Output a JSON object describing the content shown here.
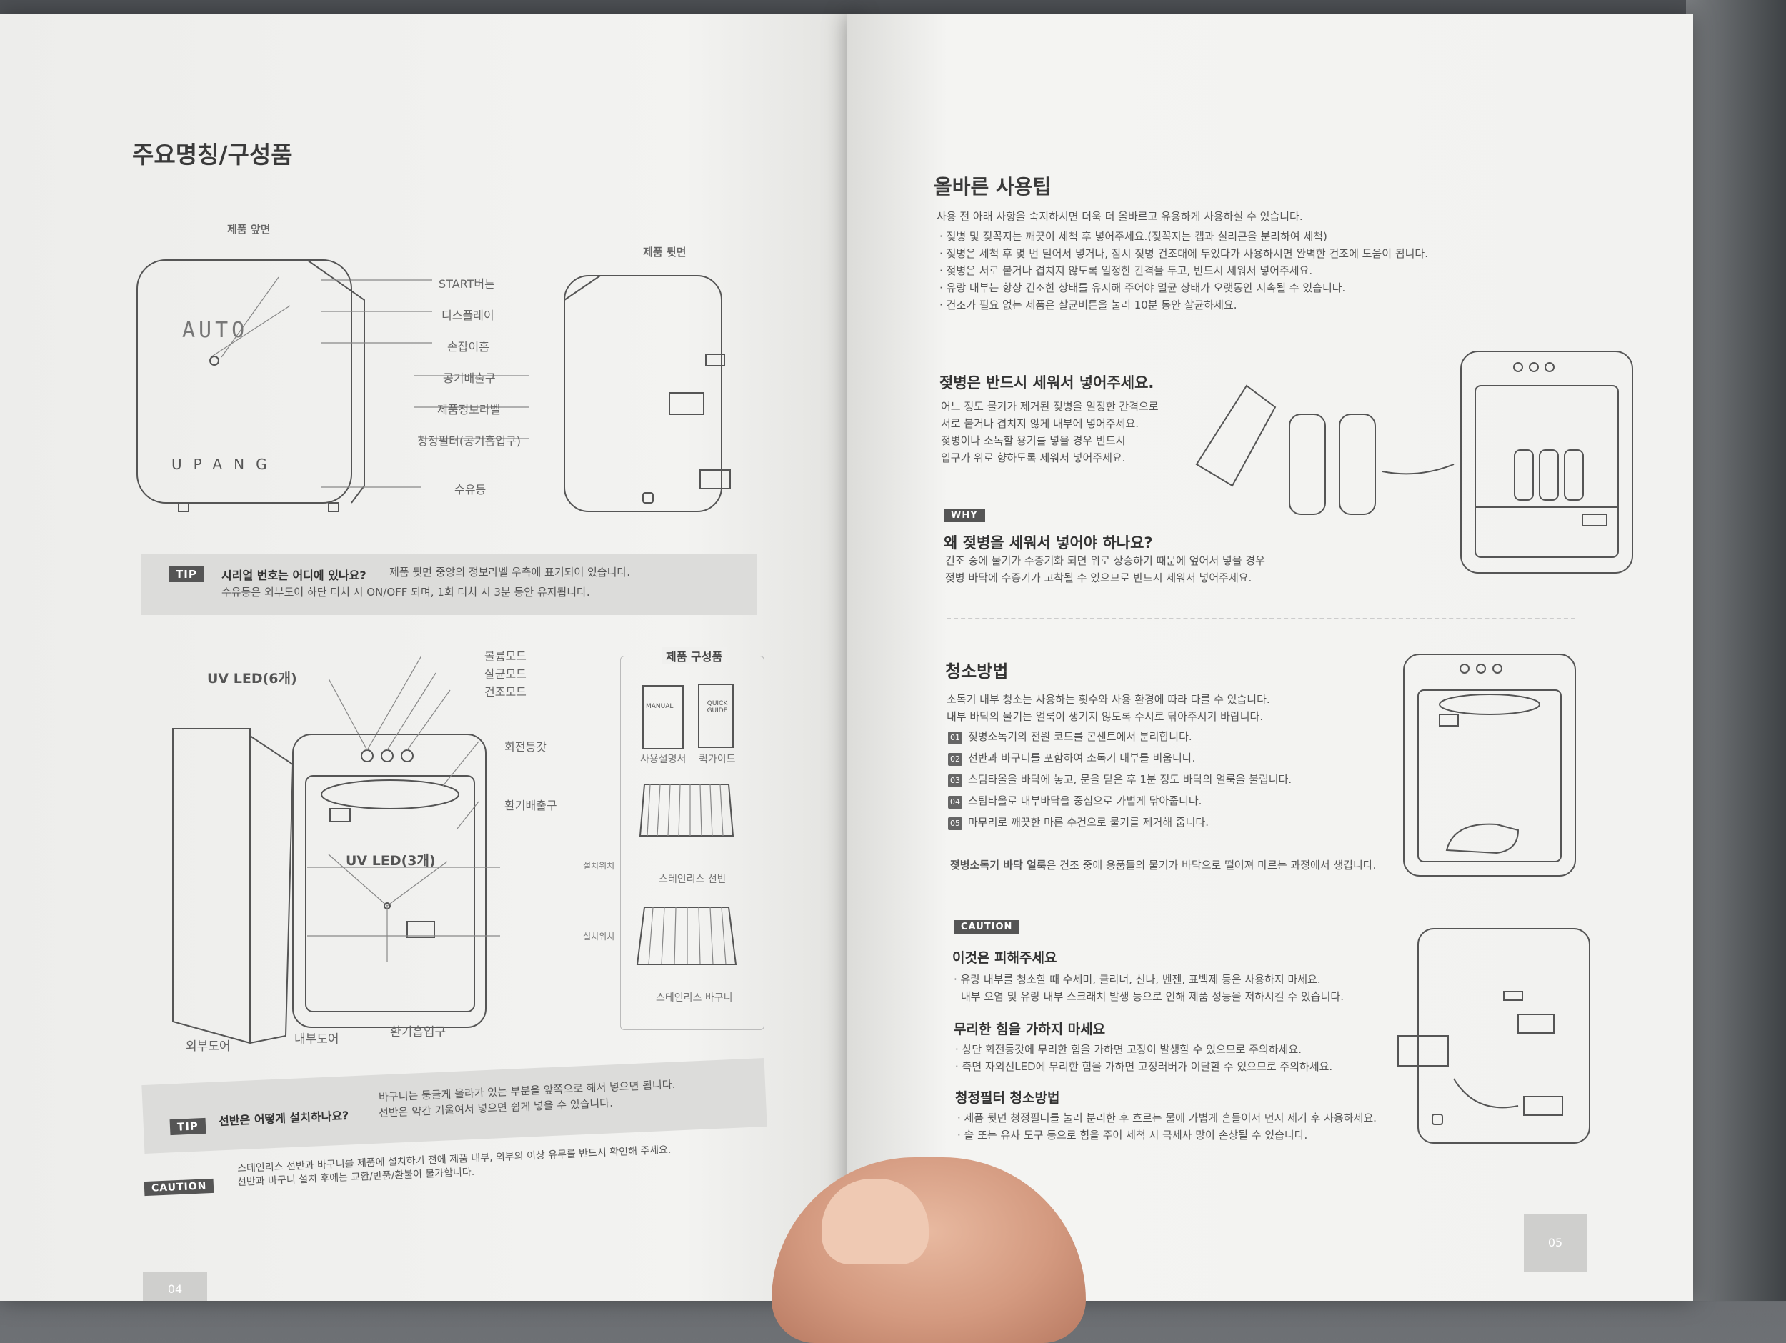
{
  "left": {
    "title": "주요명칭/구성품",
    "front_label": "제품 앞면",
    "back_label": "제품 뒷면",
    "front_screen_text": "AUTO",
    "front_brand": "UPANG",
    "callouts": [
      "START버튼",
      "디스플레이",
      "손잡이홈",
      "공기배출구",
      "제품정보라벨",
      "청정필터(공기흡입구)",
      "수유등"
    ],
    "tip1": {
      "tag": "TIP",
      "question": "시리얼 번호는 어디에 있나요?",
      "line1": "제품 뒷면 중앙의 정보라벨 우측에 표기되어 있습니다.",
      "line2": "수유등은 외부도어 하단 터치 시 ON/OFF 되며, 1회 터치 시 3분 동안 유지됩니다."
    },
    "interior_labels": {
      "uv_led6": "UV LED(6개)",
      "mode_labels": [
        "볼륨모드",
        "살균모드",
        "건조모드"
      ],
      "rotate_light": "회전등갓",
      "exhaust": "환기배출구",
      "uv_led3": "UV LED(3개)",
      "install_pos1": "설치위치",
      "install_pos2": "설치위치",
      "outer_door": "외부도어",
      "inner_door": "내부도어",
      "intake": "환기흡입구"
    },
    "components": {
      "title": "제품 구성품",
      "manual_cover": "MANUAL",
      "quick_cover": "QUICK GUIDE",
      "manual": "사용설명서",
      "quick": "퀵가이드",
      "shelf": "스테인리스 선반",
      "basket": "스테인리스 바구니"
    },
    "tip2": {
      "tag": "TIP",
      "question": "선반은 어떻게 설치하나요?",
      "line1": "바구니는 둥글게 올라가 있는 부분을 앞쪽으로 해서 넣으면 됩니다.",
      "line2": "선반은 약간 기울여서 넣으면 쉽게 넣을 수 있습니다."
    },
    "caution": {
      "tag": "CAUTION",
      "line1": "스테인리스 선반과 바구니를 제품에 설치하기 전에 제품 내부, 외부의 이상 유무를 반드시 확인해 주세요.",
      "line2": "선반과 바구니 설치 후에는 교환/반품/환불이 불가합니다."
    },
    "page_number": "04"
  },
  "right": {
    "title": "올바른 사용팁",
    "intro": "사용 전 아래 사항을 숙지하시면 더욱 더 올바르고 유용하게 사용하실 수 있습니다.",
    "tips": [
      "· 젖병 및 젖꼭지는 깨끗이 세척 후 넣어주세요.(젖꼭지는 캡과 실리콘을 분리하여 세척)",
      "· 젖병은 세척 후 몇 번 털어서 넣거나, 잠시 젖병 건조대에 두었다가 사용하시면 완벽한 건조에 도움이 됩니다.",
      "· 젖병은 서로 붙거나 겹치지 않도록 일정한 간격을 두고, 반드시 세워서 넣어주세요.",
      "· 유랑 내부는 항상 건조한 상태를 유지해 주어야 멸균 상태가 오랫동안 지속될 수 있습니다.",
      "· 건조가 필요 없는 제품은 살균버튼을 눌러 10분 동안 살균하세요."
    ],
    "upright": {
      "title": "젖병은 반드시 세워서 넣어주세요.",
      "lines": [
        "어느 정도 물기가 제거된 젖병을 일정한 간격으로",
        "서로 붙거나 겹치지 않게 내부에 넣어주세요.",
        "젖병이나 소독할 용기를 넣을 경우 빈드시",
        "입구가 위로 향하도록 세워서 넣어주세요."
      ]
    },
    "why": {
      "tag": "WHY",
      "title": "왜 젖병을 세워서 넣어야 하나요?",
      "line1": "건조 중에 물기가 수증기화 되면 위로 상승하기 때문에 엎어서 넣을 경우",
      "line2": "젖병 바닥에 수증기가 고착될 수 있으므로 반드시 세워서 넣어주세요."
    },
    "cleaning": {
      "title": "청소방법",
      "intro1": "소독기 내부 청소는 사용하는 횟수와 사용 환경에 따라 다를 수 있습니다.",
      "intro2": "내부 바닥의 물기는 얼룩이 생기지 않도록 수시로 닦아주시기 바랍니다.",
      "steps": [
        {
          "num": "01",
          "text": "젖병소독기의 전원 코드를 콘센트에서 분리합니다."
        },
        {
          "num": "02",
          "text": "선반과 바구니를 포함하여 소독기 내부를 비웁니다."
        },
        {
          "num": "03",
          "text": "스팀타올을 바닥에 놓고, 문을 닫은 후 1분 정도 바닥의 얼룩을 불립니다."
        },
        {
          "num": "04",
          "text": "스팀타올로 내부바닥을 중심으로 가볍게 닦아줍니다."
        },
        {
          "num": "05",
          "text": "마무리로 깨끗한 마른 수건으로 물기를 제거해 줍니다."
        }
      ],
      "note_bold": "젖병소독기 바닥 얼룩",
      "note_rest": "은 건조 중에 용품들의 물기가 바닥으로 떨어져 마르는 과정에서 생깁니다."
    },
    "caution": {
      "tag": "CAUTION",
      "avoid_title": "이것은 피해주세요",
      "avoid1": "· 유랑 내부를 청소할 때 수세미, 클리너, 신나, 벤젠, 표백제 등은 사용하지 마세요.",
      "avoid2": "내부 오염 및 유랑 내부 스크래치 발생 등으로 인해 제품 성능을 저하시킬 수 있습니다.",
      "force_title": "무리한 힘을 가하지 마세요",
      "force1": "· 상단 회전등갓에 무리한 힘을 가하면 고장이 발생할 수 있으므로 주의하세요.",
      "force2": "· 측면 자외선LED에 무리한 힘을 가하면 고정러버가 이탈할 수 있으므로 주의하세요.",
      "filter_title": "청정필터 청소방법",
      "filter1": "· 제품 뒷면 청정필터를 눌러 분리한 후 흐르는 물에 가볍게 흔들어서 먼지 제거 후 사용하세요.",
      "filter2": "· 솔 또는 유사 도구 등으로 힘을 주어 세척 시 극세사 망이 손상될 수 있습니다."
    },
    "page_number": "05"
  }
}
